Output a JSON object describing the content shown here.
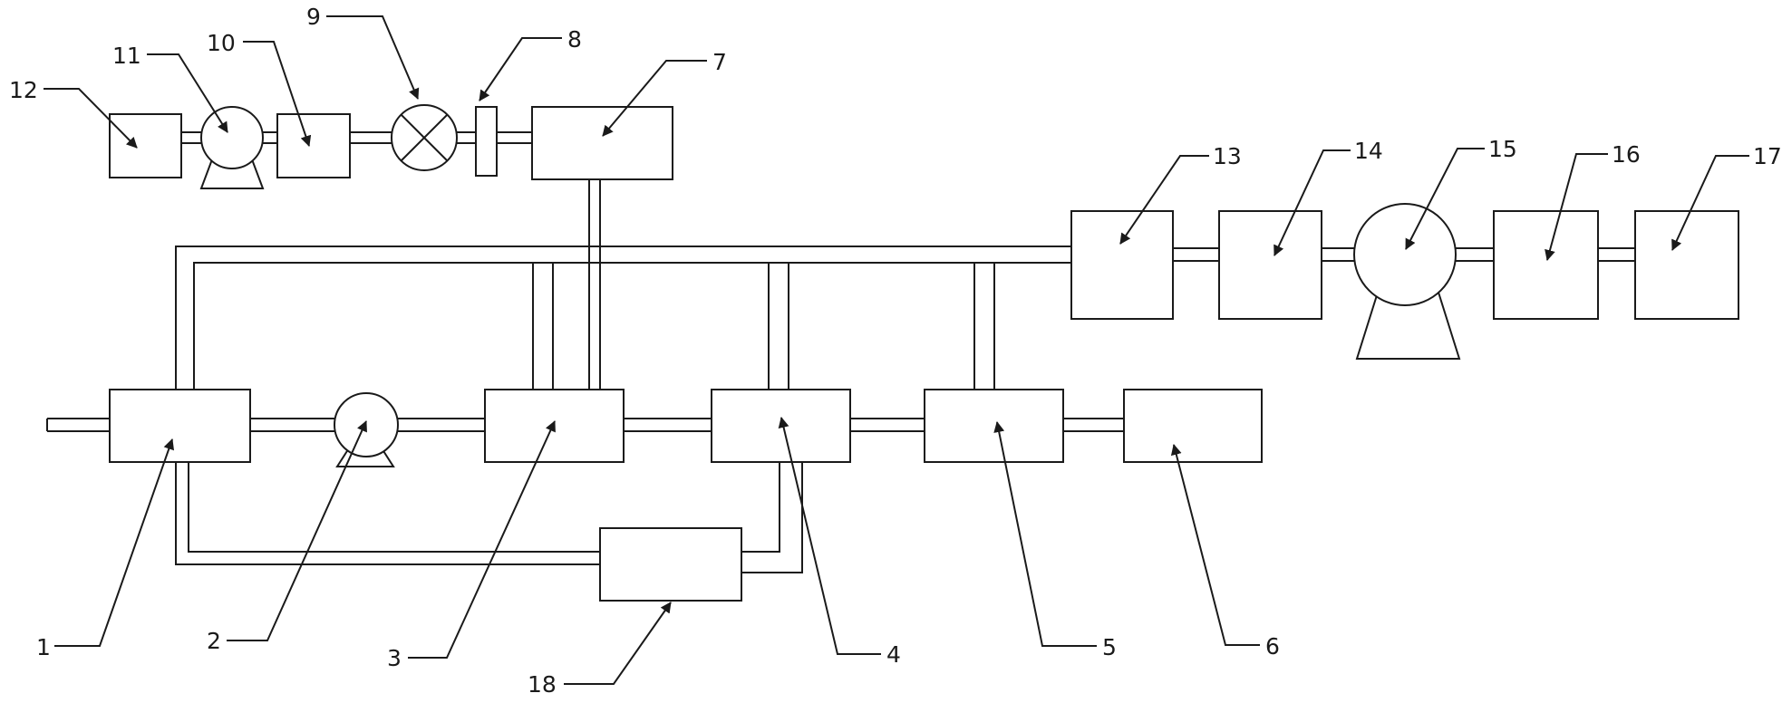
{
  "diagram": {
    "labels": {
      "l1": "1",
      "l2": "2",
      "l3": "3",
      "l4": "4",
      "l5": "5",
      "l6": "6",
      "l7": "7",
      "l8": "8",
      "l9": "9",
      "l10": "10",
      "l11": "11",
      "l12": "12",
      "l13": "13",
      "l14": "14",
      "l15": "15",
      "l16": "16",
      "l17": "17",
      "l18": "18"
    },
    "pump_icon": "centrifugal-pump-symbol",
    "valve_icon": "crossed-circle-valve-symbol",
    "colors": {
      "line": "#1a1a1a",
      "background": "#ffffff"
    }
  }
}
